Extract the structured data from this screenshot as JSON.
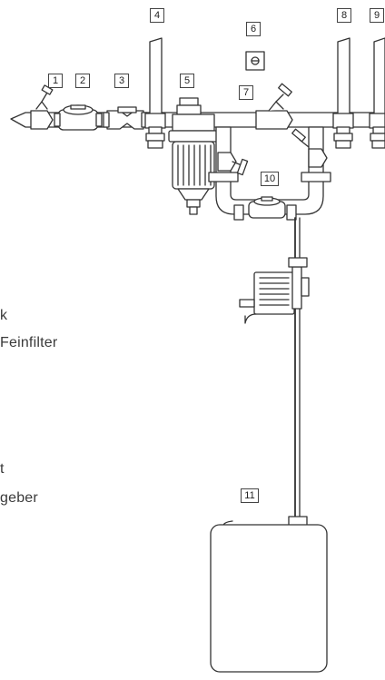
{
  "diagram": {
    "component_numbers": [
      "1",
      "2",
      "3",
      "4",
      "5",
      "6",
      "7",
      "8",
      "9",
      "10",
      "11"
    ],
    "legend_fragments": [
      "k",
      "Feinfilter",
      "t",
      "geber"
    ],
    "colors": {
      "line": "#333333",
      "fill": "#ffffff",
      "text": "#3a3a3a"
    }
  }
}
